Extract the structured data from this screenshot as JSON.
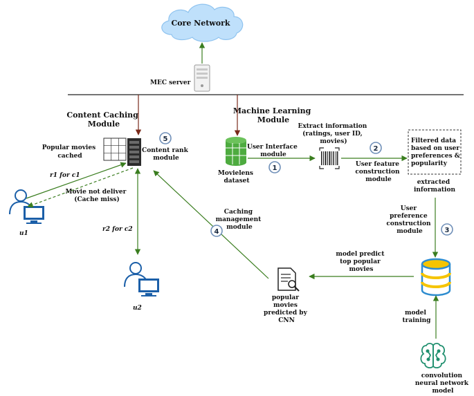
{
  "diagram": {
    "core_network": "Core Network",
    "mec_server": "MEC server",
    "content_caching_module": [
      "Content Caching",
      "Module"
    ],
    "machine_learning_module": [
      "Machine Learning",
      "Module"
    ],
    "popular_movies_cached": [
      "Popular  movies",
      "cached"
    ],
    "content_rank_module": [
      "Content rank",
      "module"
    ],
    "movielens_dataset": [
      "Movielens",
      "dataset"
    ],
    "user_interface_module": [
      "User Interface",
      "module"
    ],
    "extract_information": [
      "Extract information",
      "(ratings, user ID,",
      "movies)"
    ],
    "user_feature_construction": [
      "User feature",
      "construction",
      "module"
    ],
    "filtered_data": [
      "Filtered data",
      "based on user",
      "preferences &",
      "popularity"
    ],
    "extracted_information": [
      "extracted",
      "information"
    ],
    "user_preference_construction": [
      "User",
      "preference",
      "construction",
      "module"
    ],
    "model_predict": [
      "model predict",
      "top popular",
      "movies"
    ],
    "popular_movies_predicted": [
      "popular",
      "movies",
      "predicted by",
      "CNN"
    ],
    "caching_management": [
      "Caching",
      "management",
      "module"
    ],
    "model_training": [
      "model",
      "training"
    ],
    "cnn_model": [
      "convolution",
      "neural network",
      "model"
    ],
    "r1_for_c1": "r1 for c1",
    "movie_not_deliver": [
      "Movie not deliver",
      "(Cache miss)"
    ],
    "r2_for_c2": "r2 for c2",
    "u1": "u1",
    "u2": "u2",
    "steps": [
      "1",
      "2",
      "3",
      "4",
      "5"
    ]
  },
  "colors": {
    "arrow_green": "#3a7d1f",
    "arrow_dark_red": "#7a2a1a",
    "cloud_fill": "#bfe0fb",
    "cloud_stroke": "#8fc3ef",
    "user_blue": "#1b5fa8",
    "dataset_green": "#4dab3f",
    "db_yellow": "#f5c400",
    "db_blue": "#2d8ccf",
    "cnn_green": "#1f8f6e",
    "step_circle": "#6f8fb8"
  }
}
